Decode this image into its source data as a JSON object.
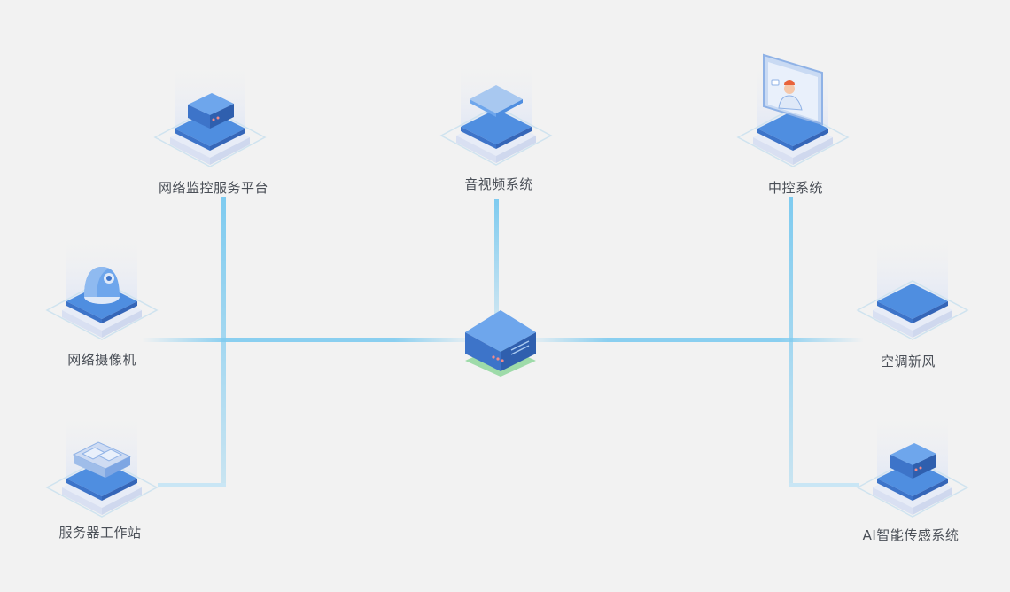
{
  "diagram": {
    "nodes": [
      {
        "id": "monitor-platform",
        "label": "网络监控服务平台",
        "icon": "server-box-icon"
      },
      {
        "id": "av-system",
        "label": "音视频系统",
        "icon": "flat-panel-icon"
      },
      {
        "id": "central-control",
        "label": "中控系统",
        "icon": "video-call-screen-icon"
      },
      {
        "id": "ip-camera",
        "label": "网络摄像机",
        "icon": "dome-camera-icon"
      },
      {
        "id": "hvac",
        "label": "空调新风",
        "icon": "empty-platform-icon"
      },
      {
        "id": "server-workstation",
        "label": "服务器工作站",
        "icon": "rack-server-icon"
      },
      {
        "id": "ai-sensor",
        "label": "AI智能传感系统",
        "icon": "server-box-icon"
      }
    ],
    "hub": {
      "id": "central-switch",
      "icon": "network-switch-icon"
    },
    "colors": {
      "background": "#f2f2f2",
      "line": "#7ecbf0",
      "platform_top": "#4f8ee0",
      "platform_dark": "#3d74c9",
      "hub_green": "#7ad18a"
    }
  }
}
